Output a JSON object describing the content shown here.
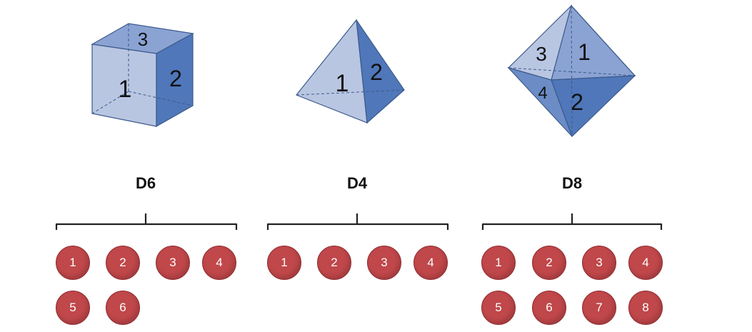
{
  "colors": {
    "face_light": "#b9c6e2",
    "face_mid": "#8aa3d3",
    "face_dark": "#4f77b9",
    "edge": "#3d5a8c",
    "ball": "#c0474a",
    "ball_text": "#ffffff",
    "bracket": "#222222"
  },
  "dice": [
    {
      "name": "D6",
      "faces": [
        "1",
        "2",
        "3"
      ],
      "outcomes": [
        "1",
        "2",
        "3",
        "4",
        "5",
        "6"
      ]
    },
    {
      "name": "D4",
      "faces": [
        "1",
        "2"
      ],
      "outcomes": [
        "1",
        "2",
        "3",
        "4"
      ]
    },
    {
      "name": "D8",
      "faces": [
        "1",
        "2",
        "3",
        "4"
      ],
      "outcomes": [
        "1",
        "2",
        "3",
        "4",
        "5",
        "6",
        "7",
        "8"
      ]
    }
  ]
}
